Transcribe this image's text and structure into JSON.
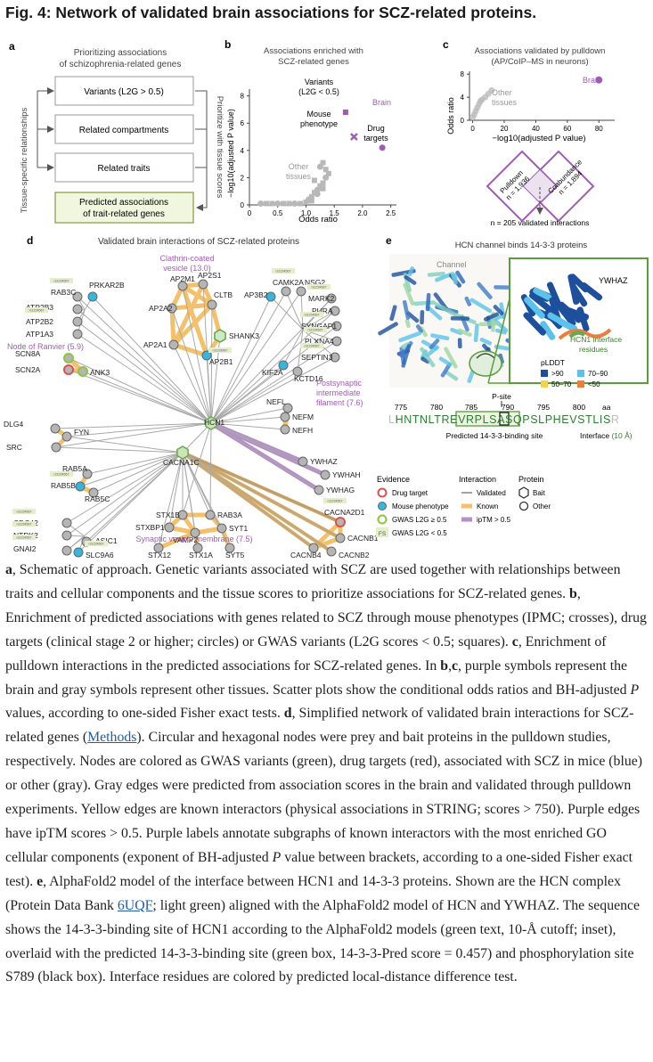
{
  "figure": {
    "title": "Fig. 4: Network of validated brain associations for SCZ-related proteins.",
    "panel_a": {
      "letter": "a",
      "title": [
        "Prioritizing associations",
        "of schizophrenia-related genes"
      ],
      "boxes": [
        "Variants (L2G > 0.5)",
        "Related compartments",
        "Related traits",
        "Predicted associations",
        "of trait-related genes"
      ],
      "left_label": "Tissue-specific relationships",
      "right_label": "Prioritize with tissue scores"
    },
    "panel_b": {
      "letter": "b",
      "title": [
        "Associations enriched with",
        "SCZ-related genes"
      ],
      "xlabel": "Odds ratio",
      "ylabel": "−log10(adjusted P value)",
      "xticks": [
        "0",
        "0.5",
        "1.0",
        "1.5",
        "2.0",
        "2.5"
      ],
      "yticks": [
        "0",
        "2",
        "4",
        "6",
        "8"
      ],
      "annotations": [
        "Variants",
        "(L2G < 0.5)",
        "Brain",
        "Mouse",
        "phenotype",
        "Drug",
        "targets",
        "Other",
        "tissues"
      ]
    },
    "panel_c": {
      "letter": "c",
      "title": [
        "Associations validated by pulldown",
        "(AP/CoIP–MS in neurons)"
      ],
      "xlabel": "−log10(adjusted P value)",
      "ylabel": "Odds ratio",
      "xticks": [
        "0",
        "20",
        "40",
        "60",
        "80"
      ],
      "yticks": [
        "0",
        "4",
        "8"
      ],
      "annotations": [
        "Brain",
        "Other",
        "tissues"
      ],
      "venn_labels": [
        "Pulldown",
        "n = 1,936",
        "Coabundance",
        "n = 1,894"
      ],
      "venn_footer": "n = 205 validated interactions"
    },
    "panel_d": {
      "letter": "d",
      "title": "Validated brain interactions of SCZ-related proteins",
      "groups": [
        "Clathrin-coated",
        "vesicle (13.0)",
        "Node of Ranvier (5.9)",
        "Postsynaptic",
        "intermediate",
        "filament (7.6)",
        "Synaptic vesicle membrane (7.5)"
      ],
      "hubs": [
        "HCN1",
        "CACNA1C"
      ],
      "legend": {
        "evidence_title": "Evidence",
        "evidence": [
          "Drug target",
          "Mouse phenotype",
          "GWAS L2G ≥ 0.5",
          "GWAS L2G < 0.5"
        ],
        "evidence_fs": "FS",
        "interaction_title": "Interaction",
        "interaction": [
          "Validated",
          "Known",
          "ipTM > 0.5"
        ],
        "protein_title": "Protein",
        "protein": [
          "Bait",
          "Other"
        ]
      },
      "tiny_tag": "rs1234567"
    },
    "panel_e": {
      "letter": "e",
      "title": "HCN channel binds 14-3-3 proteins",
      "channel_label": "Channel",
      "ywhaz_label": "YWHAZ",
      "interface_label": [
        "HCN1 interface",
        "residues"
      ],
      "plddt_title": "pLDDT",
      "plddt": [
        ">90",
        "70–90",
        "50–70",
        "<50"
      ],
      "psite": "P-site",
      "positions": [
        "775",
        "780",
        "785",
        "790",
        "795",
        "800",
        "aa"
      ],
      "sequence": [
        "L",
        "HNTNLTRE",
        "VRPLSA",
        "S",
        "QPSL",
        "PHEVSTLIS",
        "R"
      ],
      "site_label": "Predicted 14-3-3-binding site",
      "interface_text": "Interface",
      "interface_range": "(10 Å)"
    }
  },
  "colors": {
    "purple": "#a05cb5",
    "gray_node": "#b5b5b5",
    "drug_red": "#d9534f",
    "mouse_blue": "#35b6e0",
    "gwas_green": "#8cc63f",
    "known_yellow": "#f4c06a",
    "iptm_purple": "#b48fc8",
    "box_green_fill": "#f1f6df",
    "box_green_stroke": "#8aa24a",
    "plddt": [
      "#1d4f9c",
      "#5bc3e9",
      "#f3d34a",
      "#ee7d3b"
    ]
  },
  "chart_data": [
    {
      "type": "scatter",
      "title": "Associations enriched with SCZ-related genes",
      "xlabel": "Odds ratio",
      "ylabel": "−log10(adjusted P value)",
      "xlim": [
        0,
        2.6
      ],
      "ylim": [
        0,
        8.5
      ],
      "series": [
        {
          "name": "Variants (L2G < 0.5)",
          "marker": "square",
          "tissue": "Brain",
          "x": [
            1.7
          ],
          "y": [
            6.8
          ]
        },
        {
          "name": "Mouse phenotype",
          "marker": "cross",
          "tissue": "Brain",
          "x": [
            1.85
          ],
          "y": [
            5.0
          ]
        },
        {
          "name": "Drug targets",
          "marker": "circle",
          "tissue": "Brain",
          "x": [
            2.35
          ],
          "y": [
            4.2
          ]
        },
        {
          "name": "Other tissues",
          "marker": "mixed",
          "tissue": "Other",
          "x": [
            0.2,
            0.3,
            0.4,
            0.5,
            0.6,
            0.7,
            0.8,
            0.9,
            1.0,
            1.05,
            1.1,
            1.15,
            1.2,
            1.25,
            1.3,
            1.35,
            1.4,
            1.1,
            1.2,
            1.3,
            1.35,
            1.25,
            1.3,
            1.15
          ],
          "y": [
            0.1,
            0.1,
            0.1,
            0.1,
            0.1,
            0.1,
            0.1,
            0.1,
            0.2,
            0.4,
            0.6,
            0.9,
            1.1,
            1.4,
            1.6,
            2.0,
            2.3,
            0.3,
            0.8,
            1.2,
            2.6,
            2.8,
            3.1,
            1.8
          ]
        }
      ]
    },
    {
      "type": "scatter",
      "title": "Associations validated by pulldown (AP/CoIP–MS in neurons)",
      "xlabel": "−log10(adjusted P value)",
      "ylabel": "Odds ratio",
      "xlim": [
        -2,
        90
      ],
      "ylim": [
        0,
        8.5
      ],
      "series": [
        {
          "name": "Brain",
          "marker": "circle",
          "x": [
            80
          ],
          "y": [
            7.0
          ]
        },
        {
          "name": "Other tissues",
          "marker": "circle",
          "x": [
            0,
            1,
            2,
            3,
            4,
            5,
            6,
            8,
            10,
            12
          ],
          "y": [
            0.5,
            1.0,
            1.6,
            2.2,
            2.8,
            3.3,
            3.6,
            4.0,
            4.6,
            5.2
          ]
        }
      ]
    }
  ]
}
